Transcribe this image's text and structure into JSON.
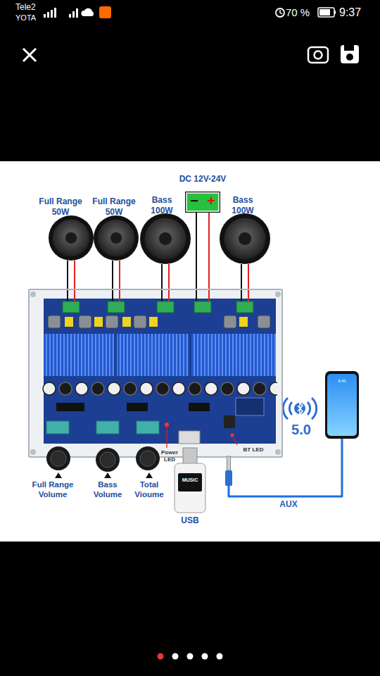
{
  "diagram": {
    "nodes": [
      {
        "text": [
          "Full Range 50W"
        ]
      },
      {
        "text": [
          "Full Range 50W"
        ]
      },
      {
        "text": [
          "Bass 100W"
        ]
      },
      {
        "text": [
          "DC 12V-24V",
          "−",
          "+"
        ]
      },
      {
        "text": [
          "Bass 100W"
        ]
      },
      {
        "text": [
          "Power LED",
          "BT LED"
        ]
      },
      {
        "text": [
          "Full Range Volume"
        ]
      },
      {
        "text": [
          "Bass Volume"
        ]
      },
      {
        "text": [
          "Total Vioume"
        ]
      },
      {
        "text": [
          "MUSIC",
          "USB"
        ]
      },
      {
        "text": [
          "9:41"
        ]
      }
    ],
    "edges": [
      {
        "from": 0,
        "to": 5,
        "arrow": "none"
      },
      {
        "from": 1,
        "to": 5,
        "arrow": "none"
      },
      {
        "from": 2,
        "to": 5,
        "arrow": "none"
      },
      {
        "from": 3,
        "to": 5,
        "arrow": "none"
      },
      {
        "from": 4,
        "to": 5,
        "arrow": "none"
      },
      {
        "from": 10,
        "to": 5,
        "label": "AUX",
        "arrow": "none"
      }
    ],
    "labels": [
      "Tele2",
      "YOTA",
      "70 %",
      "9:37",
      "5.0"
    ]
  }
}
